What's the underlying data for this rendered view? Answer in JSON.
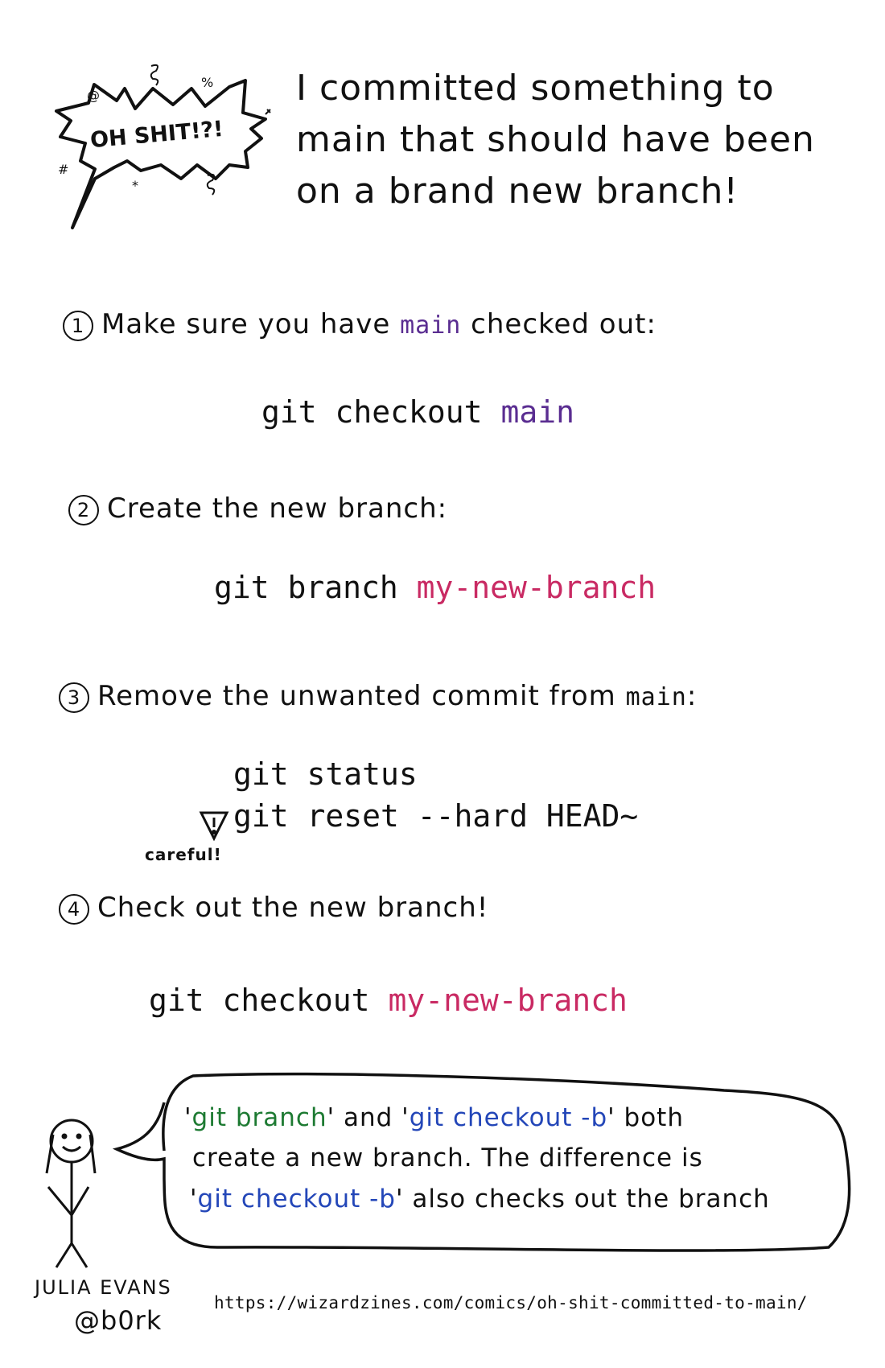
{
  "burst": {
    "label": "OH SHIT!?!"
  },
  "title": {
    "lines": [
      "I committed something to",
      "main that should have been",
      "on a brand new branch!"
    ]
  },
  "steps": [
    {
      "number": "1",
      "text_before": "Make sure you have",
      "code": "main",
      "text_after": "checked out:"
    },
    {
      "number": "2",
      "text": "Create the new branch:"
    },
    {
      "number": "3",
      "text_before": "Remove the unwanted commit from",
      "code": "main",
      "text_after": ":"
    },
    {
      "number": "4",
      "text": "Check out the new branch!"
    }
  ],
  "commands": {
    "checkout_main": {
      "cmd": "git checkout",
      "arg": "main"
    },
    "branch": {
      "cmd": "git branch",
      "arg": "my-new-branch"
    },
    "status": "git status",
    "reset": "git reset --hard HEAD~",
    "checkout_branch": {
      "cmd": "git checkout",
      "arg": "my-new-branch"
    }
  },
  "warning": {
    "label": "careful!"
  },
  "speech": {
    "line1": {
      "q1": "'",
      "code1": "git branch",
      "q2": "'",
      "mid": " and ",
      "q3": "'",
      "code2": "git checkout -b",
      "q4": "'",
      "end": " both"
    },
    "line2": "create a new branch. The difference is",
    "line3": {
      "q1": "'",
      "code": "git checkout -b",
      "q2": "'",
      "end": " also checks out the branch"
    }
  },
  "author": {
    "name": "JULIA EVANS",
    "handle": "@b0rk"
  },
  "url": "https://wizardzines.com/comics/oh-shit-committed-to-main/",
  "colors": {
    "main": "#5a2d91",
    "branch": "#c92a63",
    "green": "#1d7a32",
    "blue": "#2346b8"
  }
}
